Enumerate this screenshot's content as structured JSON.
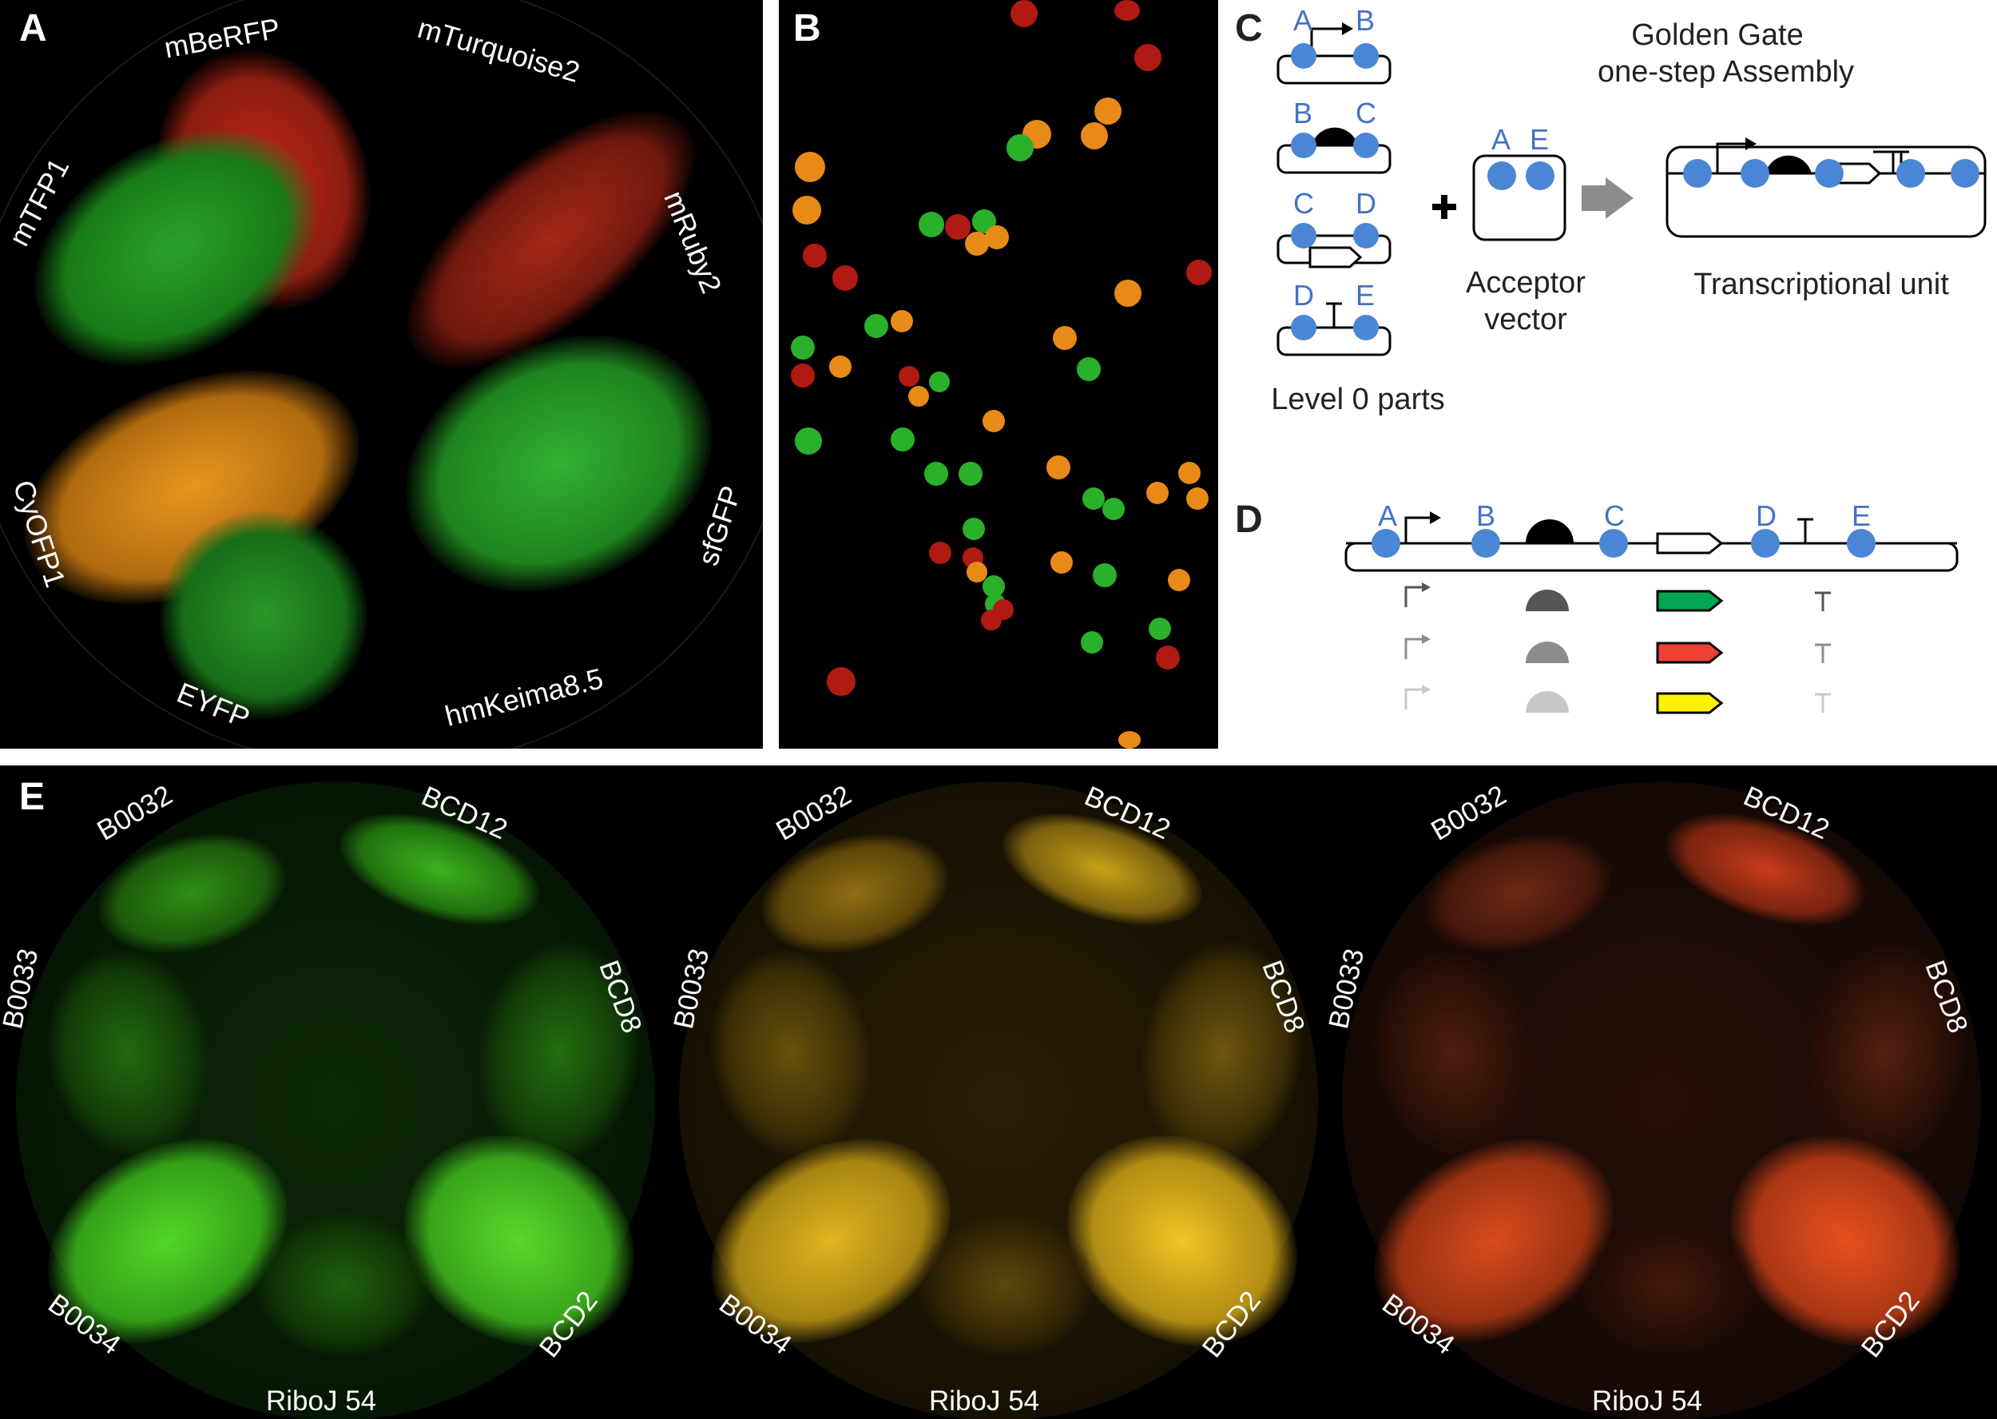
{
  "panels": {
    "A": {
      "label": "A",
      "strains": [
        "mBeRFP",
        "mTurquoise2",
        "mTFP1",
        "mRuby2",
        "CyOFP1",
        "sfGFP",
        "EYFP",
        "hmKeima8.5"
      ]
    },
    "B": {
      "label": "B"
    },
    "C": {
      "label": "C",
      "title_line1": "Golden Gate",
      "title_line2": "one-step Assembly",
      "parts": [
        [
          "A",
          "B"
        ],
        [
          "B",
          "C"
        ],
        [
          "C",
          "D"
        ],
        [
          "D",
          "E"
        ]
      ],
      "plus": "+",
      "acceptor_sites": [
        "A",
        "E"
      ],
      "acceptor_line1": "Acceptor",
      "acceptor_line2": "vector",
      "level0": "Level 0 parts",
      "tu": "Transcriptional unit"
    },
    "D": {
      "label": "D",
      "sites": [
        "A",
        "B",
        "C",
        "D",
        "E"
      ],
      "cds_colors": [
        "#00a651",
        "#ef4136",
        "#fff200"
      ],
      "shades": [
        "#555555",
        "#8c8c8c",
        "#c8c8c8"
      ]
    },
    "E": {
      "label": "E",
      "plates": [
        "green",
        "yellow",
        "red"
      ],
      "rbs": [
        "B0032",
        "BCD12",
        "B0033",
        "BCD8",
        "B0034",
        "BCD2",
        "RiboJ 54"
      ],
      "plate_colors": [
        "#3ec21a",
        "#e0b318",
        "#e0441a"
      ]
    }
  },
  "colors": {
    "site": "#4a86d4",
    "label_blue": "#4472c4",
    "arrow_gray": "#8c8c8c"
  }
}
